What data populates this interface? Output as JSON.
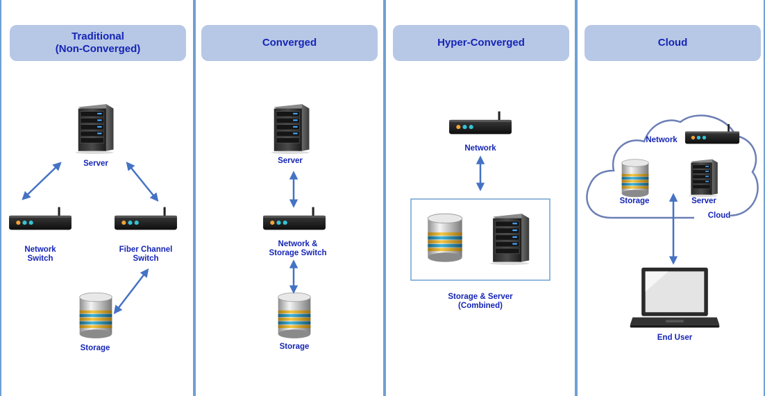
{
  "panels": [
    {
      "title": "Traditional\n(Non-Converged)",
      "labels": {
        "server": "Server",
        "network_switch": "Network\nSwitch",
        "fiber_channel_switch": "Fiber Channel\nSwitch",
        "storage": "Storage"
      }
    },
    {
      "title": "Converged",
      "labels": {
        "server": "Server",
        "network_storage_switch": "Network &\nStorage Switch",
        "storage": "Storage"
      }
    },
    {
      "title": "Hyper-Converged",
      "labels": {
        "network": "Network",
        "storage_server": "Storage & Server\n(Combined)"
      }
    },
    {
      "title": "Cloud",
      "labels": {
        "network": "Network",
        "storage": "Storage",
        "server": "Server",
        "cloud": "Cloud",
        "end_user": "End User"
      }
    }
  ],
  "colors": {
    "label": "#1525b5",
    "header_bg": "#b7c7e6",
    "panel_border": "#6fa0d2",
    "arrow": "#4472c4"
  }
}
